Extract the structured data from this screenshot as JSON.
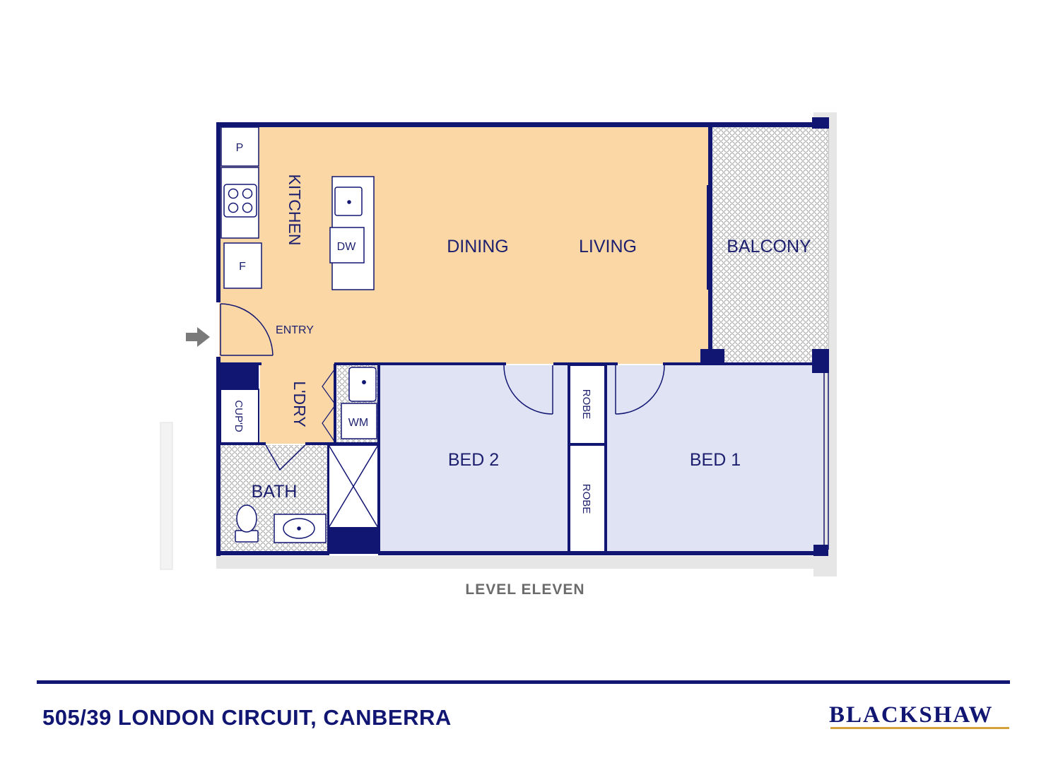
{
  "rooms": {
    "kitchen": "KITCHEN",
    "dining": "DINING",
    "living": "LIVING",
    "balcony": "BALCONY",
    "entry": "ENTRY",
    "laundry": "L'DRY",
    "bath": "BATH",
    "bed2": "BED 2",
    "bed1": "BED 1",
    "robe_top": "ROBE",
    "robe_bottom": "ROBE",
    "cupboard": "CUP'D"
  },
  "fixtures": {
    "pantry": "P",
    "fridge": "F",
    "dishwasher": "DW",
    "washing_machine": "WM"
  },
  "level_label": "LEVEL ELEVEN",
  "address": "505/39 LONDON CIRCUIT, CANBERRA",
  "brand": "BLACKSHAW",
  "colors": {
    "wall": "#121673",
    "living_fill": "#fbd7a5",
    "bedroom_fill": "#dfe3f3",
    "tile_fill": "#d9d9d9",
    "label_text": "#1c1f6e",
    "brand_underline": "#d4a13a",
    "entry_arrow": "#7a7a7a"
  }
}
